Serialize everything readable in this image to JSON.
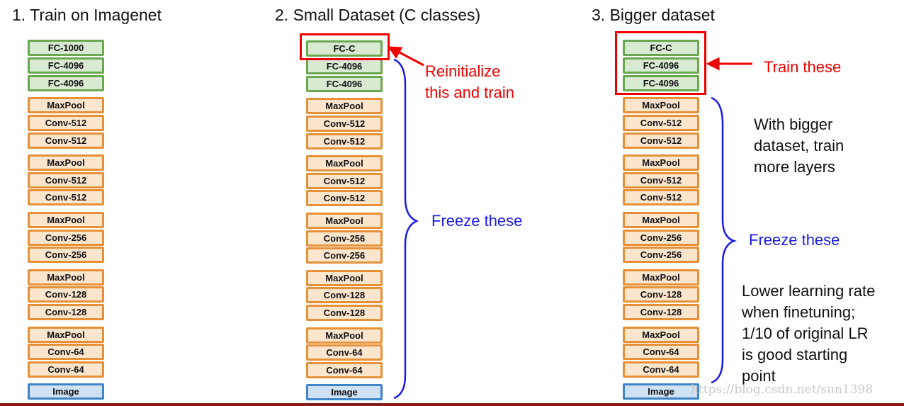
{
  "columns": [
    {
      "title": "1. Train on Imagenet",
      "layers": [
        "FC-1000",
        "FC-4096",
        "FC-4096",
        "MaxPool",
        "Conv-512",
        "Conv-512",
        "MaxPool",
        "Conv-512",
        "Conv-512",
        "MaxPool",
        "Conv-256",
        "Conv-256",
        "MaxPool",
        "Conv-128",
        "Conv-128",
        "MaxPool",
        "Conv-64",
        "Conv-64",
        "Image"
      ]
    },
    {
      "title": "2. Small Dataset (C classes)",
      "layers": [
        "FC-C",
        "FC-4096",
        "FC-4096",
        "MaxPool",
        "Conv-512",
        "Conv-512",
        "MaxPool",
        "Conv-512",
        "Conv-512",
        "MaxPool",
        "Conv-256",
        "Conv-256",
        "MaxPool",
        "Conv-128",
        "Conv-128",
        "MaxPool",
        "Conv-64",
        "Conv-64",
        "Image"
      ]
    },
    {
      "title": "3. Bigger dataset",
      "layers": [
        "FC-C",
        "FC-4096",
        "FC-4096",
        "MaxPool",
        "Conv-512",
        "Conv-512",
        "MaxPool",
        "Conv-512",
        "Conv-512",
        "MaxPool",
        "Conv-256",
        "Conv-256",
        "MaxPool",
        "Conv-128",
        "Conv-128",
        "MaxPool",
        "Conv-64",
        "Conv-64",
        "Image"
      ]
    }
  ],
  "annotations": {
    "reinit": [
      "Reinitialize",
      "this and train"
    ],
    "freeze2": "Freeze these",
    "train3": "Train these",
    "bigger": [
      "With bigger",
      "dataset, train",
      "more layers"
    ],
    "freeze3": "Freeze these",
    "lr": [
      "Lower learning rate",
      "when finetuning;",
      "1/10 of original LR",
      "is good starting",
      "point"
    ]
  },
  "watermark": "https://blog.csdn.net/sun1398",
  "colors": {
    "red": "#ee0000",
    "blue": "#1a1ae6",
    "fc": "#6aa84f",
    "conv": "#e69138",
    "image": "#3d85c6"
  }
}
